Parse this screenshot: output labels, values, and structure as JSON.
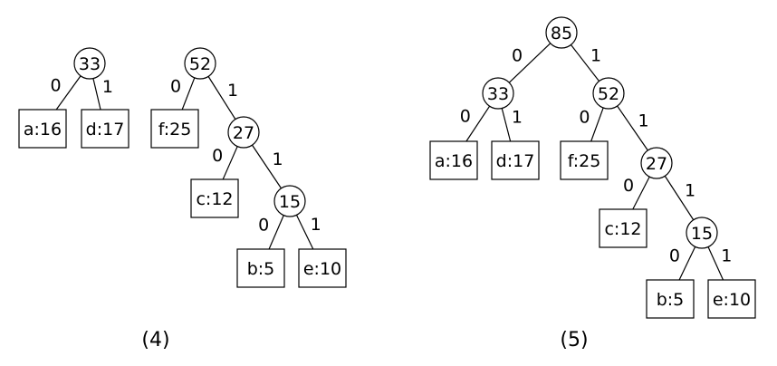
{
  "trees": [
    {
      "caption": "(4)",
      "nodes": [
        {
          "id": "t4_33",
          "kind": "internal",
          "label": "33"
        },
        {
          "id": "t4_a",
          "kind": "leaf",
          "label": "a:16"
        },
        {
          "id": "t4_d",
          "kind": "leaf",
          "label": "d:17"
        },
        {
          "id": "t4_52",
          "kind": "internal",
          "label": "52"
        },
        {
          "id": "t4_f",
          "kind": "leaf",
          "label": "f:25"
        },
        {
          "id": "t4_27",
          "kind": "internal",
          "label": "27"
        },
        {
          "id": "t4_c",
          "kind": "leaf",
          "label": "c:12"
        },
        {
          "id": "t4_15",
          "kind": "internal",
          "label": "15"
        },
        {
          "id": "t4_b",
          "kind": "leaf",
          "label": "b:5"
        },
        {
          "id": "t4_e",
          "kind": "leaf",
          "label": "e:10"
        }
      ],
      "edges": [
        {
          "from": "t4_33",
          "to": "t4_a",
          "label": "0"
        },
        {
          "from": "t4_33",
          "to": "t4_d",
          "label": "1"
        },
        {
          "from": "t4_52",
          "to": "t4_f",
          "label": "0"
        },
        {
          "from": "t4_52",
          "to": "t4_27",
          "label": "1"
        },
        {
          "from": "t4_27",
          "to": "t4_c",
          "label": "0"
        },
        {
          "from": "t4_27",
          "to": "t4_15",
          "label": "1"
        },
        {
          "from": "t4_15",
          "to": "t4_b",
          "label": "0"
        },
        {
          "from": "t4_15",
          "to": "t4_e",
          "label": "1"
        }
      ]
    },
    {
      "caption": "(5)",
      "nodes": [
        {
          "id": "t5_85",
          "kind": "internal",
          "label": "85"
        },
        {
          "id": "t5_33",
          "kind": "internal",
          "label": "33"
        },
        {
          "id": "t5_a",
          "kind": "leaf",
          "label": "a:16"
        },
        {
          "id": "t5_d",
          "kind": "leaf",
          "label": "d:17"
        },
        {
          "id": "t5_52",
          "kind": "internal",
          "label": "52"
        },
        {
          "id": "t5_f",
          "kind": "leaf",
          "label": "f:25"
        },
        {
          "id": "t5_27",
          "kind": "internal",
          "label": "27"
        },
        {
          "id": "t5_c",
          "kind": "leaf",
          "label": "c:12"
        },
        {
          "id": "t5_15",
          "kind": "internal",
          "label": "15"
        },
        {
          "id": "t5_b",
          "kind": "leaf",
          "label": "b:5"
        },
        {
          "id": "t5_e",
          "kind": "leaf",
          "label": "e:10"
        }
      ],
      "edges": [
        {
          "from": "t5_85",
          "to": "t5_33",
          "label": "0"
        },
        {
          "from": "t5_85",
          "to": "t5_52",
          "label": "1"
        },
        {
          "from": "t5_33",
          "to": "t5_a",
          "label": "0"
        },
        {
          "from": "t5_33",
          "to": "t5_d",
          "label": "1"
        },
        {
          "from": "t5_52",
          "to": "t5_f",
          "label": "0"
        },
        {
          "from": "t5_52",
          "to": "t5_27",
          "label": "1"
        },
        {
          "from": "t5_27",
          "to": "t5_c",
          "label": "0"
        },
        {
          "from": "t5_27",
          "to": "t5_15",
          "label": "1"
        },
        {
          "from": "t5_15",
          "to": "t5_b",
          "label": "0"
        },
        {
          "from": "t5_15",
          "to": "t5_e",
          "label": "1"
        }
      ]
    }
  ]
}
